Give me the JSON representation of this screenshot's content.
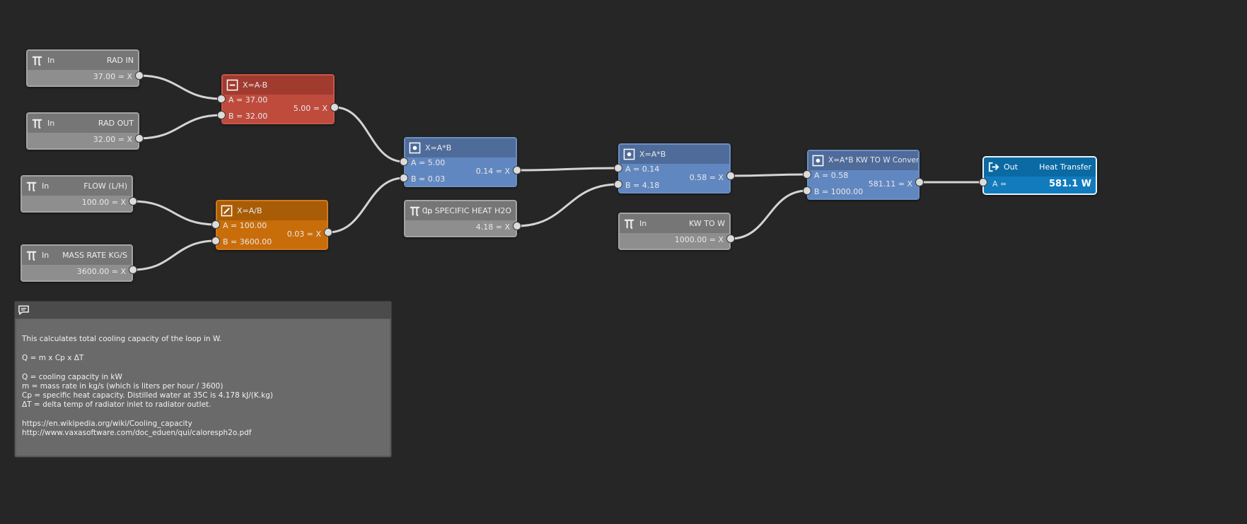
{
  "nodes": {
    "rad_in": {
      "kind": "In",
      "label": "RAD IN",
      "value": "37.00 = X"
    },
    "rad_out": {
      "kind": "In",
      "label": "RAD OUT",
      "value": "32.00 = X"
    },
    "flow": {
      "kind": "In",
      "label": "FLOW (L/H)",
      "value": "100.00 = X"
    },
    "mass": {
      "kind": "In",
      "label": "MASS RATE KG/S",
      "value": "3600.00 = X"
    },
    "cp": {
      "kind": "In",
      "label": "Cp SPECIFIC HEAT H2O",
      "value": "4.18 = X"
    },
    "kw": {
      "kind": "In",
      "label": "KW TO W",
      "value": "1000.00 = X"
    },
    "sub": {
      "title": "X=A-B",
      "a": "A = 37.00",
      "b": "B = 32.00",
      "x": "5.00 = X"
    },
    "div": {
      "title": "X=A/B",
      "a": "A = 100.00",
      "b": "B = 3600.00",
      "x": "0.03 = X"
    },
    "mul1": {
      "title": "X=A*B",
      "a": "A = 5.00",
      "b": "B = 0.03",
      "x": "0.14 = X"
    },
    "mul2": {
      "title": "X=A*B",
      "a": "A = 0.14",
      "b": "B = 4.18",
      "x": "0.58 = X"
    },
    "mul3": {
      "title": "X=A*B",
      "label": "X=A*B KW TO W Convert",
      "a": "A = 0.58",
      "b": "B = 1000.00",
      "x": "581.11 = X"
    },
    "out": {
      "kind": "Out",
      "label": "Heat Transfer",
      "a": "A =",
      "value": "581.1 W"
    }
  },
  "comment": {
    "icon": "comment-icon",
    "lines": [
      "This calculates total cooling capacity of the loop in W.",
      "Q = m x Cp x ΔT",
      "Q = cooling capacity in kW",
      "m = mass rate in kg/s (which is liters per hour / 3600)",
      "Cp = specific heat capacity. Distilled water at 35C is 4.178 kJ/(K.kg)",
      "ΔT = delta temp of radiator inlet to radiator outlet.",
      "https://en.wikipedia.org/wiki/Cooling_capacity",
      "http://www.vaxasoftware.com/doc_eduen/qui/caloresph2o.pdf"
    ]
  },
  "icons": {
    "input": "pi-icon",
    "subtract": "minus-box-icon",
    "divide": "slash-box-icon",
    "multiply": "dot-box-icon",
    "output": "export-arrow-icon"
  },
  "colors": {
    "background": "#262626",
    "input_node": "#8e8e8e",
    "subtract_node": "#bf4b3d",
    "divide_node": "#c96d0a",
    "multiply_node": "#6187c0",
    "output_node": "#117bbd",
    "wire": "#d4d4d4"
  }
}
